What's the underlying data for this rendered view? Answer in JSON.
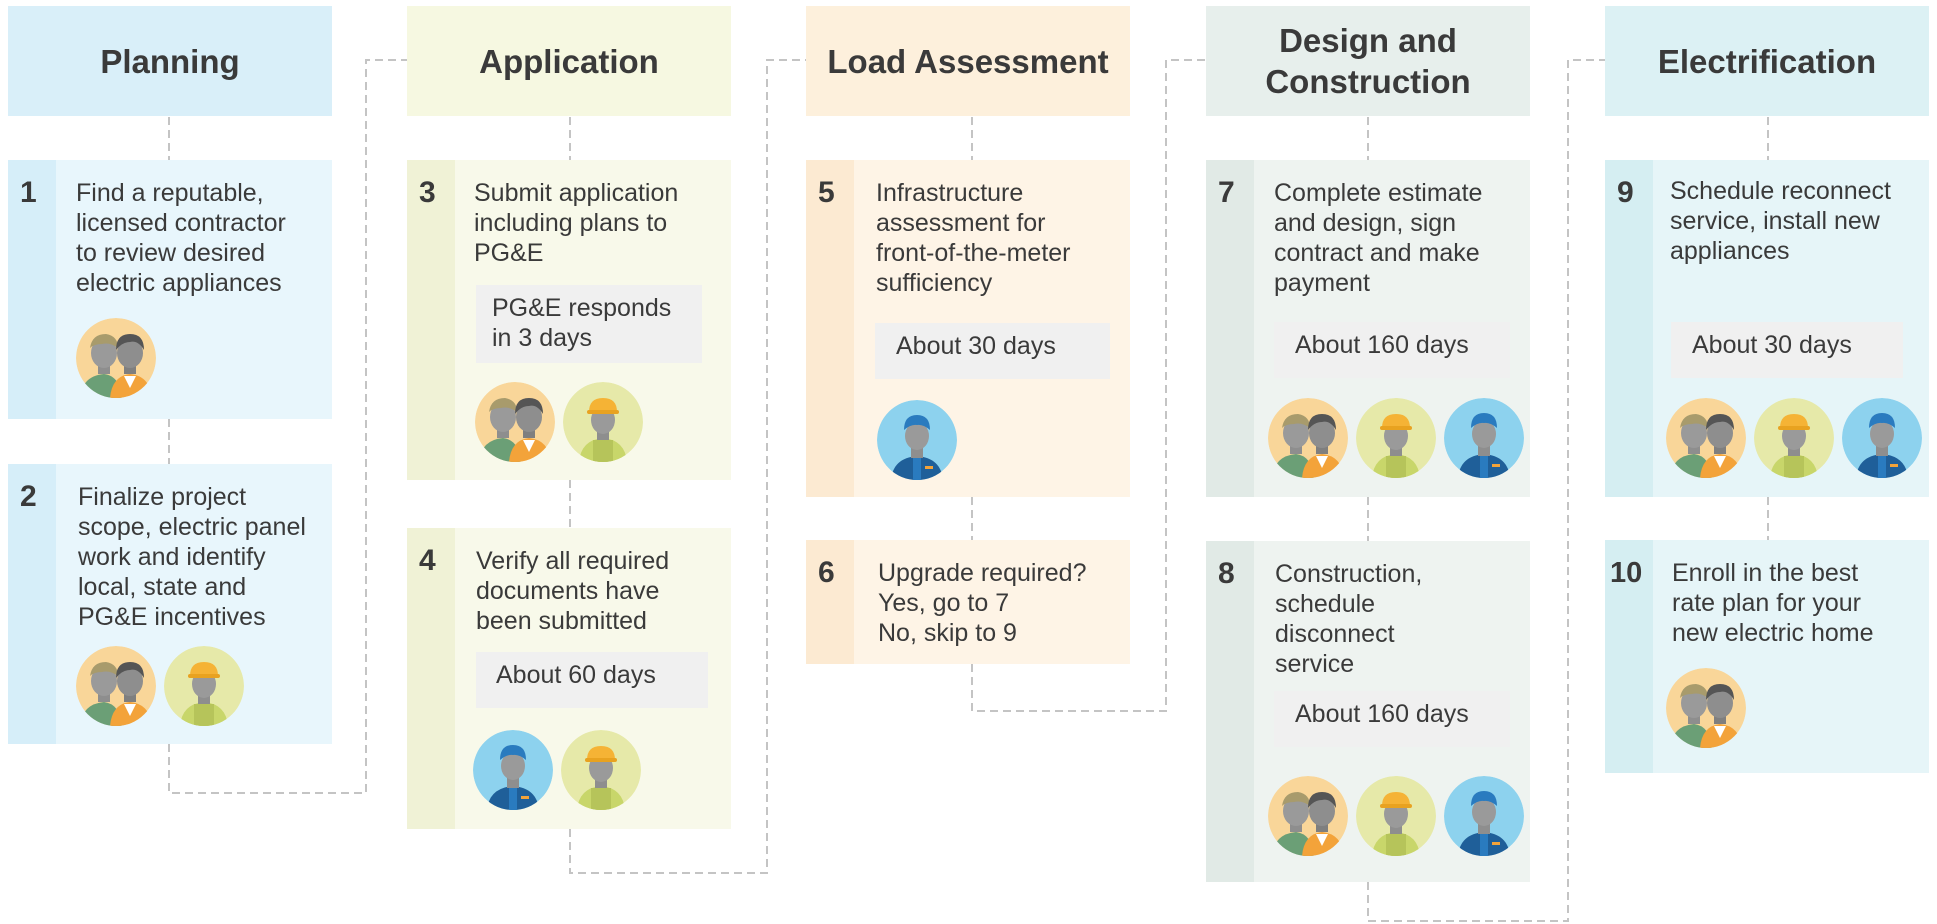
{
  "phases": [
    {
      "title": "Planning",
      "steps": [
        {
          "number": "1",
          "description": "Find a reputable,\nlicensed contractor\nto review desired\nelectric appliances",
          "duration": "",
          "people": [
            "couple-icon"
          ]
        },
        {
          "number": "2",
          "description": "Finalize project\nscope, electric panel\nwork and identify\nlocal, state and\nPG&E incentives",
          "duration": "",
          "people": [
            "couple-icon",
            "contractor-hardhat-icon"
          ]
        }
      ]
    },
    {
      "title": "Application",
      "steps": [
        {
          "number": "3",
          "description": "Submit application\nincluding plans to\nPG&E",
          "duration": "PG&E responds\nin 3 days",
          "people": [
            "couple-icon",
            "contractor-hardhat-icon"
          ]
        },
        {
          "number": "4",
          "description": "Verify all required\ndocuments have\nbeen submitted",
          "duration": "About 60 days",
          "people": [
            "utility-worker-icon",
            "contractor-hardhat-icon"
          ]
        }
      ]
    },
    {
      "title": "Load Assessment",
      "steps": [
        {
          "number": "5",
          "description": "Infrastructure\nassessment for\nfront-of-the-meter\nsufficiency",
          "duration": "About 30 days",
          "people": [
            "utility-worker-icon"
          ]
        },
        {
          "number": "6",
          "description": "Upgrade required?\nYes, go to 7\nNo, skip to 9",
          "duration": "",
          "people": []
        }
      ]
    },
    {
      "title": "Design and\nConstruction",
      "steps": [
        {
          "number": "7",
          "description": "Complete estimate\nand design, sign\ncontract and make\npayment",
          "duration": "About 160 days",
          "people": [
            "couple-icon",
            "contractor-hardhat-icon",
            "utility-worker-icon"
          ]
        },
        {
          "number": "8",
          "description": "Construction,\nschedule\ndisconnect\nservice",
          "duration": "About 160 days",
          "people": [
            "couple-icon",
            "contractor-hardhat-icon",
            "utility-worker-icon"
          ]
        }
      ]
    },
    {
      "title": "Electrification",
      "steps": [
        {
          "number": "9",
          "description": "Schedule reconnect\nservice, install new\nappliances",
          "duration": "About 30 days",
          "people": [
            "couple-icon",
            "contractor-hardhat-icon",
            "utility-worker-icon"
          ]
        },
        {
          "number": "10",
          "description": "Enroll in the best\nrate plan for your\nnew electric home",
          "duration": "",
          "people": [
            "couple-icon"
          ]
        }
      ]
    }
  ],
  "colors": {
    "connector": "#c4c4c4",
    "couple_bg": "#f9d699",
    "contractor_bg": "#e6e9a9",
    "worker_bg": "#8dd2ee"
  }
}
